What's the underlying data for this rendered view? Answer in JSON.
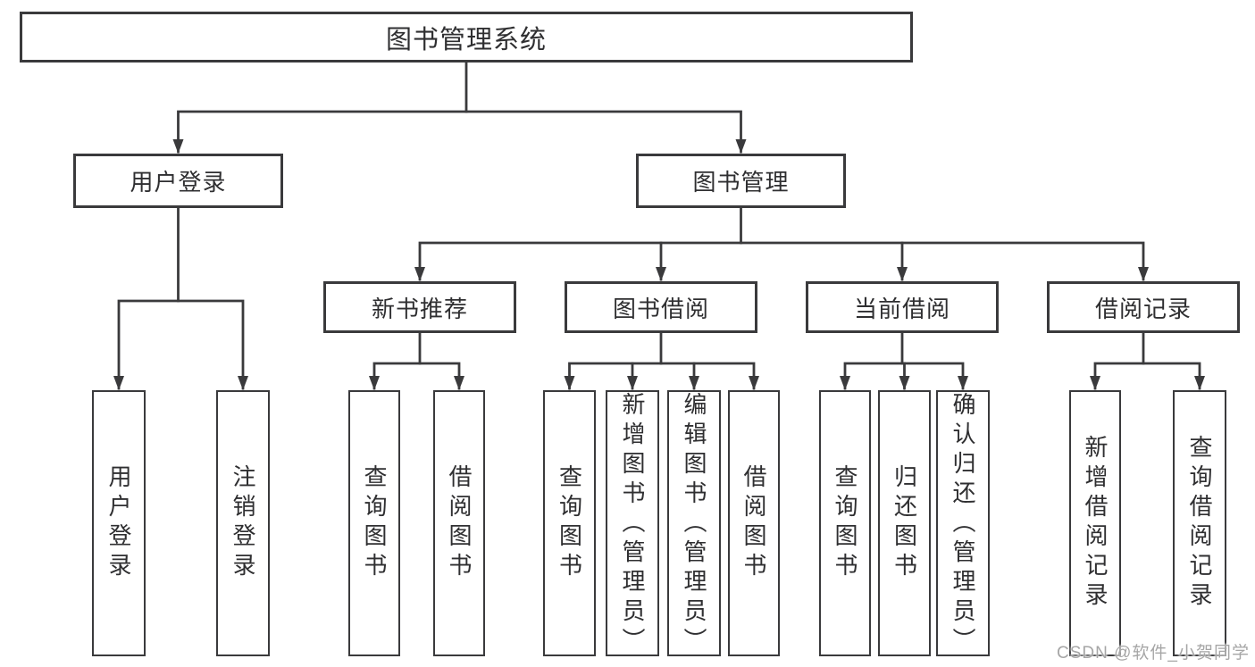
{
  "diagram": {
    "root": {
      "label": "图书管理系统"
    },
    "branches": [
      {
        "label": "用户登录",
        "children": [
          {
            "label": "用户登录"
          },
          {
            "label": "注销登录"
          }
        ]
      },
      {
        "label": "图书管理",
        "children": [
          {
            "label": "新书推荐",
            "children": [
              {
                "label": "查询图书"
              },
              {
                "label": "借阅图书"
              }
            ]
          },
          {
            "label": "图书借阅",
            "children": [
              {
                "label": "查询图书"
              },
              {
                "label": "新增图书（管理员）"
              },
              {
                "label": "编辑图书（管理员）"
              },
              {
                "label": "借阅图书"
              }
            ]
          },
          {
            "label": "当前借阅",
            "children": [
              {
                "label": "查询图书"
              },
              {
                "label": "归还图书"
              },
              {
                "label": "确认归还（管理员）"
              }
            ]
          },
          {
            "label": "借阅记录",
            "children": [
              {
                "label": "新增借阅记录"
              },
              {
                "label": "查询借阅记录"
              }
            ]
          }
        ]
      }
    ],
    "watermark": "CSDN @软件_小贺同学",
    "colors": {
      "line": "#3a3a3c",
      "box_border": "#3a3a3c",
      "text": "#2f2f31",
      "box_background": "#ffffff",
      "watermark": "#a6a6a6",
      "background": "#ffffff"
    }
  }
}
